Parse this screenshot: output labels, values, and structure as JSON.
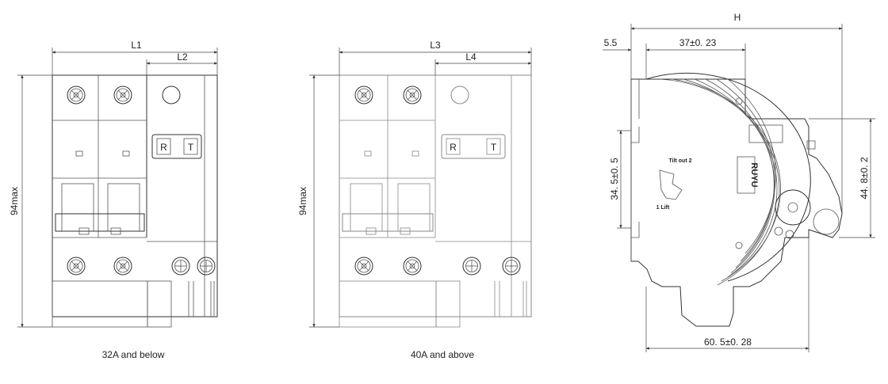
{
  "views": {
    "left": {
      "caption": "32A and below",
      "width_label": "L1",
      "sub_width_label": "L2",
      "height_label": "94max",
      "buttons": [
        "R",
        "T"
      ]
    },
    "middle": {
      "caption": "40A and above",
      "width_label": "L3",
      "sub_width_label": "L4",
      "height_label": "94max",
      "buttons": [
        "R",
        "T"
      ]
    },
    "side": {
      "overall_label": "H",
      "offset_label": "5.5",
      "top_label": "37±0. 23",
      "bottom_label": "60. 5±0. 28",
      "left_height_label": "34. 5±0. 5",
      "right_height_label": "44. 8±0. 2",
      "brand": "RUYU",
      "tilt_label": "Tilt out 2",
      "lift_label": "1 Lift"
    }
  }
}
